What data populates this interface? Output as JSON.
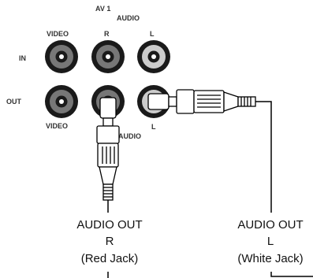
{
  "panel": {
    "group_label": "AV 1",
    "audio_top_label": "AUDIO",
    "audio_bottom_label": "AUDIO",
    "video_top_label": "VIDEO",
    "video_bottom_label": "VIDEO",
    "r_label": "R",
    "l_top_label": "L",
    "l_bottom_label": "L",
    "in_label": "IN",
    "out_label": "OUT"
  },
  "outputs": {
    "right": {
      "line1": "AUDIO OUT",
      "line2": "R",
      "line3": "(Red Jack)"
    },
    "left": {
      "line1": "AUDIO OUT",
      "line2": "L",
      "line3": "(White Jack)"
    }
  },
  "colors": {
    "jack_fill": "#777777",
    "jack_ring": "#1a1a1a",
    "white_jack_fill": "#cccccc",
    "line": "#000000"
  },
  "icons": {
    "jack": "rca-jack-icon",
    "plug": "rca-plug-icon"
  }
}
